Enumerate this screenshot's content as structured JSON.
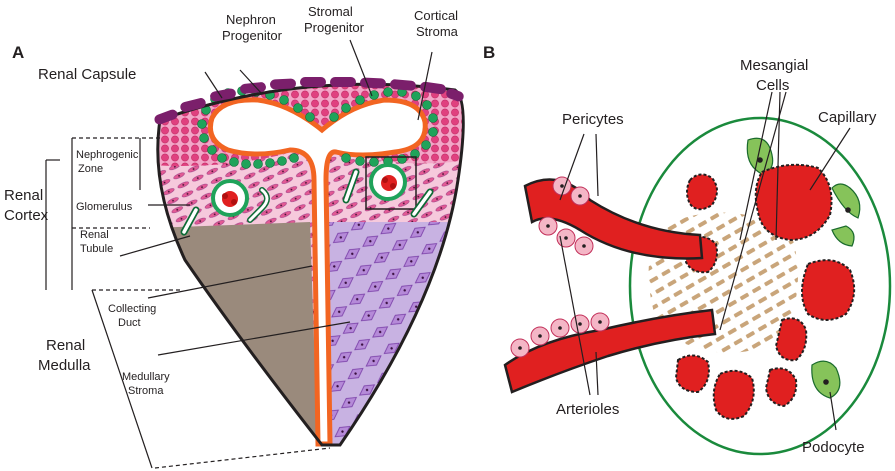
{
  "panel_a": {
    "letter": "A",
    "labels": {
      "renal_capsule": "Renal Capsule",
      "nephron_progenitor_l1": "Nephron",
      "nephron_progenitor_l2": "Progenitor",
      "stromal_progenitor_l1": "Stromal",
      "stromal_progenitor_l2": "Progenitor",
      "cortical_stroma_l1": "Cortical",
      "cortical_stroma_l2": "Stroma",
      "nephrogenic_zone_l1": "Nephrogenic",
      "nephrogenic_zone_l2": "Zone",
      "glomerulus": "Glomerulus",
      "renal_tubule_l1": "Renal",
      "renal_tubule_l2": "Tubule",
      "renal_cortex_l1": "Renal",
      "renal_cortex_l2": "Cortex",
      "collecting_duct_l1": "Collecting",
      "collecting_duct_l2": "Duct",
      "medullary_stroma_l1": "Medullary",
      "medullary_stroma_l2": "Stroma",
      "renal_medulla_l1": "Renal",
      "renal_medulla_l2": "Medulla"
    }
  },
  "panel_b": {
    "letter": "B",
    "labels": {
      "pericytes": "Pericytes",
      "mesangial_cells_l1": "Mesangial",
      "mesangial_cells_l2": "Cells",
      "capillary": "Capillary",
      "arterioles": "Arterioles",
      "podocyte": "Podocyte"
    }
  },
  "colors": {
    "capsule": "#7b1f6b",
    "cortex_pink": "#e0407f",
    "nephron_green": "#1fa35a",
    "duct_orange": "#f26522",
    "glomerulus_red": "#e02020",
    "medulla_brown": "#9a8a7c",
    "medullary_stroma_purple": "#b07fd0",
    "podocyte_green": "#86c35a",
    "mesangial_tan": "#c9a57a"
  }
}
